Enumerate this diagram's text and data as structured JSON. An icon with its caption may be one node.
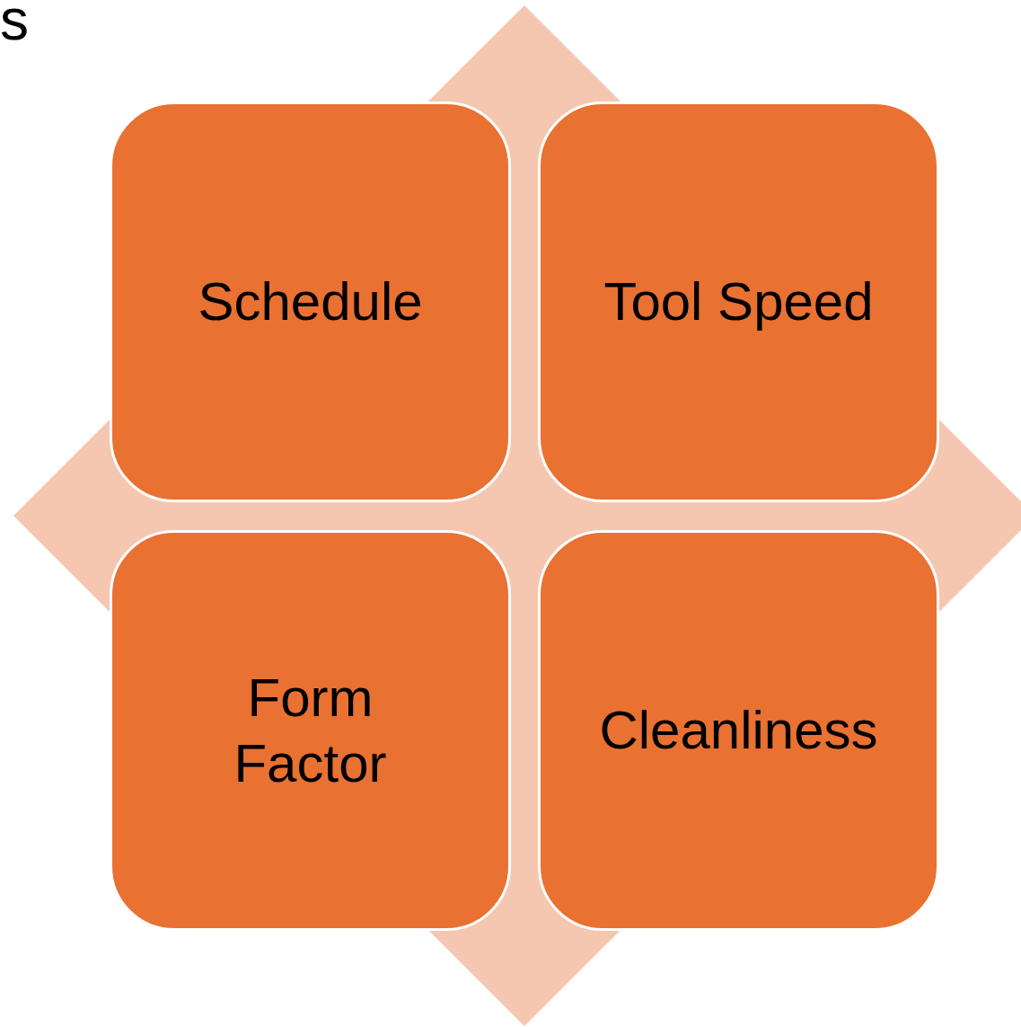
{
  "diagram": {
    "nodes": [
      {
        "text": [
          "Schedule"
        ]
      },
      {
        "text": [
          "Tool Speed"
        ]
      },
      {
        "text": [
          "Form Factor"
        ]
      },
      {
        "text": [
          "Cleanliness"
        ]
      }
    ],
    "labels": [
      "s"
    ]
  }
}
